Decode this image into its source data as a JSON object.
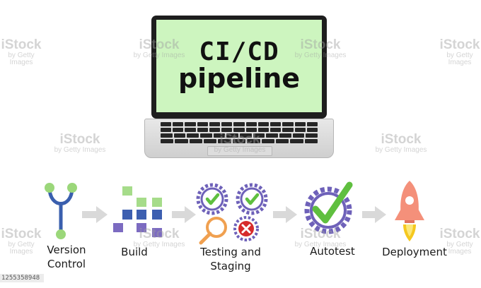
{
  "screen": {
    "line1": "CI/CD",
    "line2": "pipeline"
  },
  "stages": [
    {
      "label_lines": [
        "Version",
        "Control"
      ],
      "icon": "branch-icon"
    },
    {
      "label_lines": [
        "Build"
      ],
      "icon": "blocks-icon"
    },
    {
      "label_lines": [
        "Testing and",
        "Staging"
      ],
      "icon": "gear-checks-icon"
    },
    {
      "label_lines": [
        "Autotest"
      ],
      "icon": "gear-check-icon"
    },
    {
      "label_lines": [
        "Deployment"
      ],
      "icon": "rocket-icon"
    }
  ],
  "watermark": {
    "brand": "iStock",
    "by": "by Getty Images"
  },
  "image_id": "1255358948",
  "colors": {
    "screen_bg": "#cdf5bf",
    "vc_blue": "#3a5fae",
    "vc_green": "#9bd77a",
    "build_green": "#a6dc8a",
    "build_blue": "#3d5fb0",
    "build_purple": "#7c6bc1",
    "gear_purple": "#6e61b9",
    "check_green": "#5fbf3f",
    "magnifier_orange": "#f0a050",
    "error_red": "#d62b2b",
    "rocket": "#f4907a",
    "flame": "#f5c81e",
    "arrow_gray": "#d9d9d9"
  }
}
